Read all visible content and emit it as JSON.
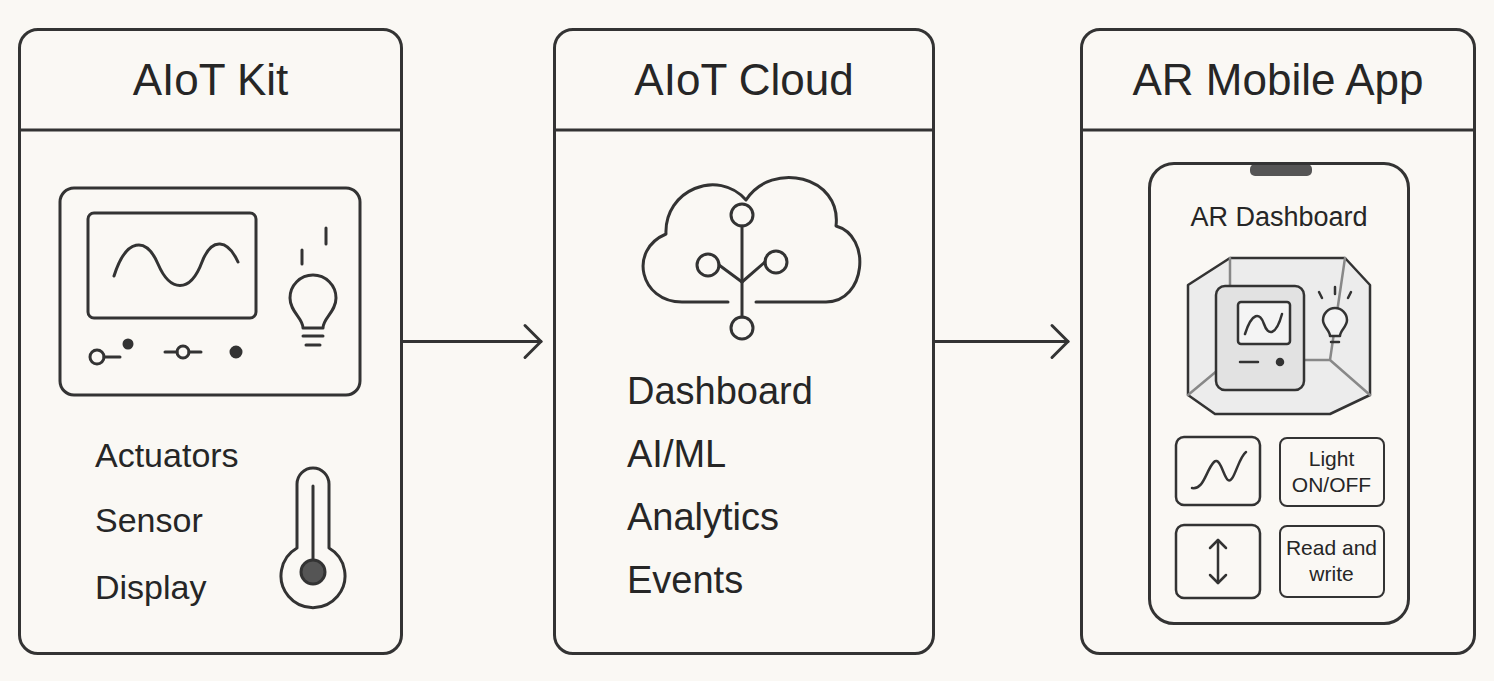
{
  "diagram": {
    "nodes": [
      {
        "text": [
          "AIoT Kit",
          "Actuators",
          "Sensor",
          "Display"
        ]
      },
      {
        "text": [
          "AIoT Cloud",
          "Dashboard",
          "AI/ML",
          "Analytics",
          "Events"
        ]
      },
      {
        "text": [
          "AR Mobile App"
        ]
      },
      {
        "text": [
          "AR Dashboard"
        ],
        "in": 2
      },
      {
        "text": [
          "Light ON/OFF"
        ],
        "in": 3
      },
      {
        "text": [
          "Read and write"
        ],
        "in": 3
      }
    ],
    "edges": [
      {
        "from": 0,
        "to": 1,
        "arrow": "to"
      },
      {
        "from": 1,
        "to": 2,
        "arrow": "to"
      }
    ]
  }
}
